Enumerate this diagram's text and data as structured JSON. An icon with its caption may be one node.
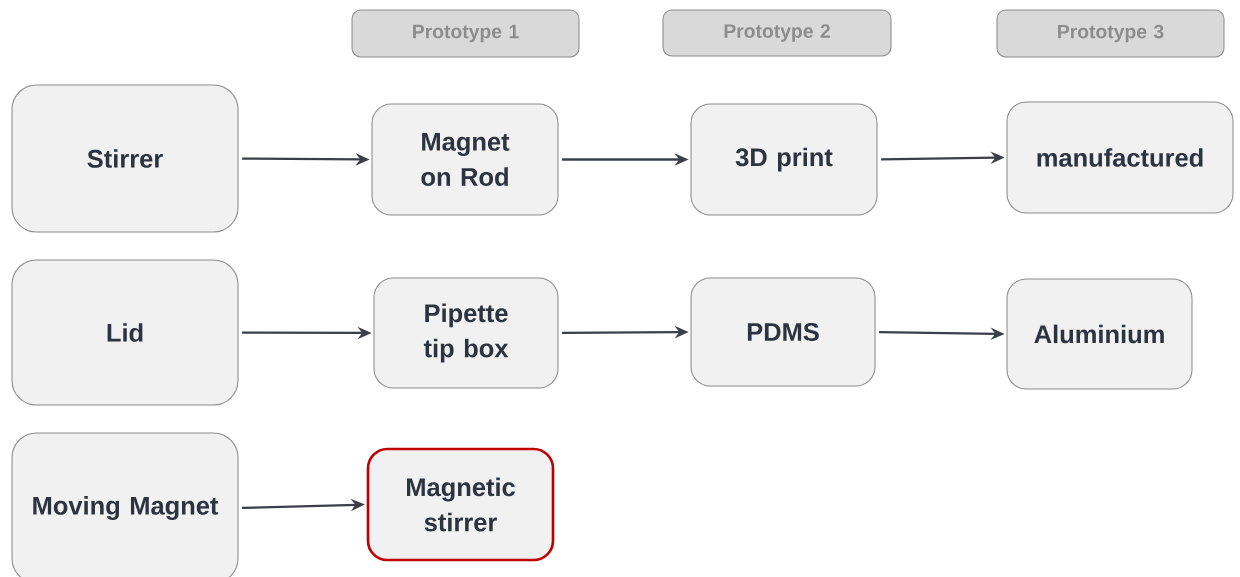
{
  "diagram": {
    "nodes": [
      {
        "text": [
          "Prototype 1"
        ]
      },
      {
        "text": [
          "Prototype 2"
        ]
      },
      {
        "text": [
          "Prototype 3"
        ]
      },
      {
        "text": [
          "Stirrer"
        ]
      },
      {
        "text": [
          "Magnet on Rod"
        ]
      },
      {
        "text": [
          "3D print"
        ]
      },
      {
        "text": [
          "manufactured"
        ]
      },
      {
        "text": [
          "Lid"
        ]
      },
      {
        "text": [
          "Pipette tip box"
        ]
      },
      {
        "text": [
          "PDMS"
        ]
      },
      {
        "text": [
          "Aluminium"
        ]
      },
      {
        "text": [
          "Moving Magnet"
        ]
      },
      {
        "text": [
          "Magnetic stirrer"
        ]
      }
    ],
    "edges": [
      {
        "from": 3,
        "to": 4,
        "arrow": "to"
      },
      {
        "from": 4,
        "to": 5,
        "arrow": "to"
      },
      {
        "from": 5,
        "to": 6,
        "arrow": "to"
      },
      {
        "from": 7,
        "to": 8,
        "arrow": "to"
      },
      {
        "from": 8,
        "to": 9,
        "arrow": "to"
      },
      {
        "from": 9,
        "to": 10,
        "arrow": "to"
      },
      {
        "from": 11,
        "to": 12,
        "arrow": "to"
      }
    ]
  }
}
